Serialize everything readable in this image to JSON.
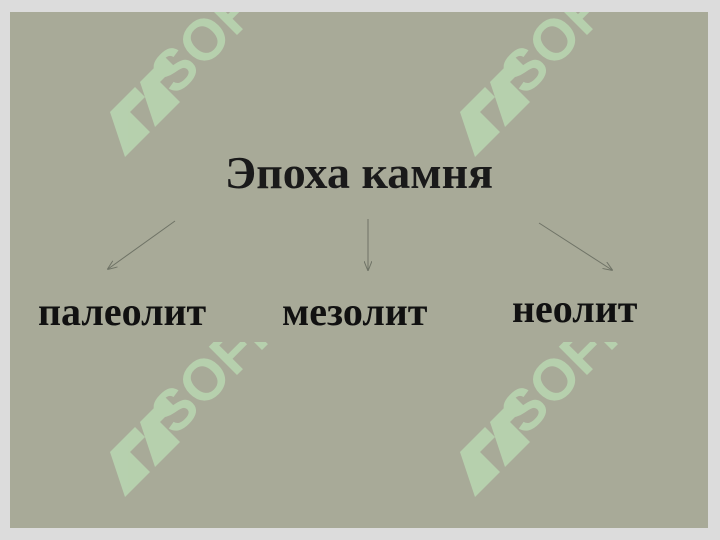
{
  "diagram": {
    "title": "Эпоха камня",
    "branches": [
      {
        "label": "палеолит"
      },
      {
        "label": "мезолит"
      },
      {
        "label": "неолит"
      }
    ]
  },
  "watermark": {
    "mark": "SOFF-logo",
    "color": "#b9d7b1"
  },
  "colors": {
    "background": "#a8aa98",
    "frame": "#dcdcdc",
    "text": "#111111",
    "arrow": "#6f7366"
  }
}
